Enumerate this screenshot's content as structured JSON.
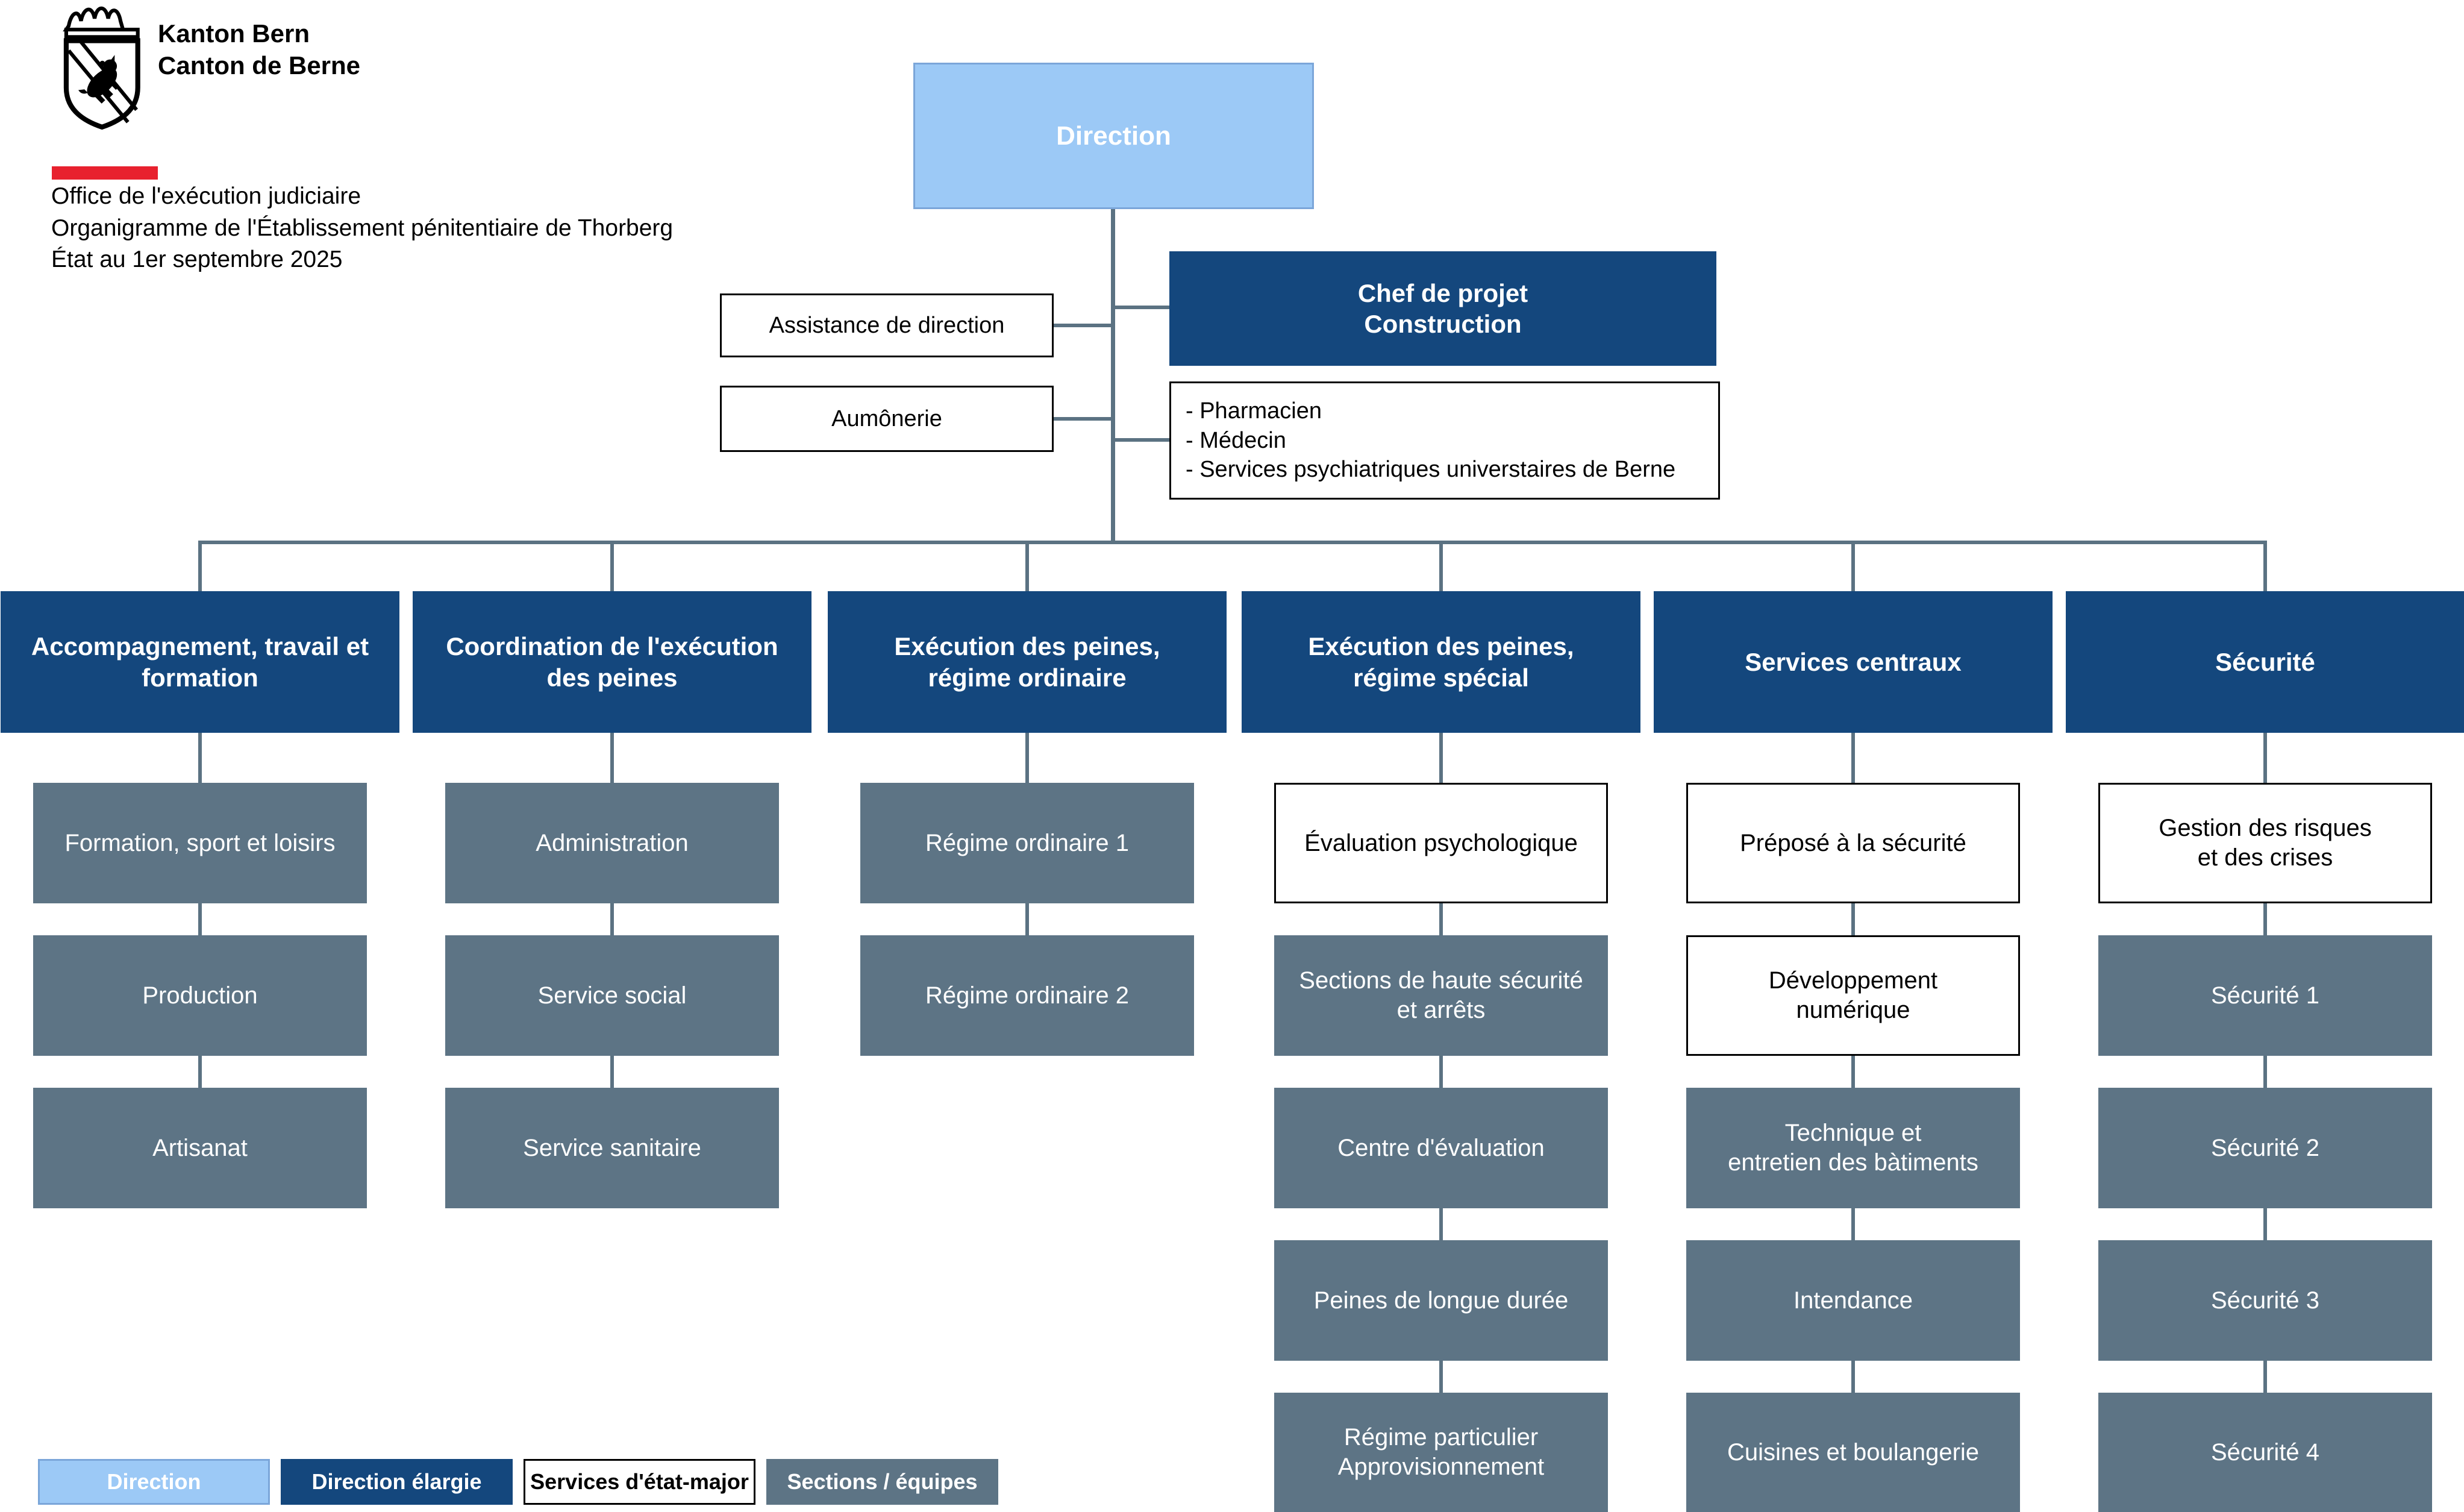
{
  "branding": {
    "org_line1": "Kanton Bern",
    "org_line2": "Canton de Berne"
  },
  "title": {
    "line1": "Office de l'exécution judiciaire",
    "line2": "Organigramme de l'Établissement pénitentiaire de Thorberg",
    "line3": "État au 1er septembre 2025"
  },
  "top": {
    "direction": "Direction",
    "chef_de_projet": "Chef de projet\nConstruction",
    "assistance": "Assistance de direction",
    "aumonerie": "Aumônerie",
    "staff_list": [
      "- Pharmacien",
      "- Médecin",
      "- Services psychiatriques universtaires de Berne"
    ]
  },
  "departments": [
    {
      "title": "Accompagnement, travail et\nformation",
      "children": [
        {
          "label": "Formation, sport et loisirs",
          "style": "team"
        },
        {
          "label": "Production",
          "style": "team"
        },
        {
          "label": "Artisanat",
          "style": "team"
        }
      ]
    },
    {
      "title": "Coordination de l'exécution\ndes peines",
      "children": [
        {
          "label": "Administration",
          "style": "team"
        },
        {
          "label": "Service social",
          "style": "team"
        },
        {
          "label": "Service sanitaire",
          "style": "team"
        }
      ]
    },
    {
      "title": "Exécution des peines,\nrégime ordinaire",
      "children": [
        {
          "label": "Régime ordinaire 1",
          "style": "team"
        },
        {
          "label": "Régime ordinaire 2",
          "style": "team"
        }
      ]
    },
    {
      "title": "Exécution des peines,\nrégime spécial",
      "children": [
        {
          "label": "Évaluation psychologique",
          "style": "staff"
        },
        {
          "label": "Sections de haute sécurité\net arrêts",
          "style": "team"
        },
        {
          "label": "Centre d'évaluation",
          "style": "team"
        },
        {
          "label": "Peines de longue durée",
          "style": "team"
        },
        {
          "label": "Régime particulier\nApprovisionnement",
          "style": "team"
        }
      ]
    },
    {
      "title": "Services centraux",
      "children": [
        {
          "label": "Préposé à la sécurité",
          "style": "staff"
        },
        {
          "label": "Développement\nnumérique",
          "style": "staff"
        },
        {
          "label": "Technique et\nentretien des bàtiments",
          "style": "team"
        },
        {
          "label": "Intendance",
          "style": "team"
        },
        {
          "label": "Cuisines et boulangerie",
          "style": "team"
        }
      ]
    },
    {
      "title": "Sécurité",
      "children": [
        {
          "label": "Gestion des risques\net des crises",
          "style": "staff"
        },
        {
          "label": "Sécurité 1",
          "style": "team"
        },
        {
          "label": "Sécurité 2",
          "style": "team"
        },
        {
          "label": "Sécurité 3",
          "style": "team"
        },
        {
          "label": "Sécurité 4",
          "style": "team"
        }
      ]
    }
  ],
  "legend": [
    {
      "label": "Direction",
      "style": "direction"
    },
    {
      "label": "Direction élargie",
      "style": "management"
    },
    {
      "label": "Services d'état-major",
      "style": "staff"
    },
    {
      "label": "Sections / équipes",
      "style": "team"
    }
  ],
  "colors": {
    "direction_blue": "#9cc9f6",
    "direction_border": "#7ba6d9",
    "management_blue": "#14477d",
    "team_gray": "#5d7485",
    "staff_white": "#ffffff",
    "line_slate": "#5b7282",
    "red_bar": "#e8212e"
  }
}
